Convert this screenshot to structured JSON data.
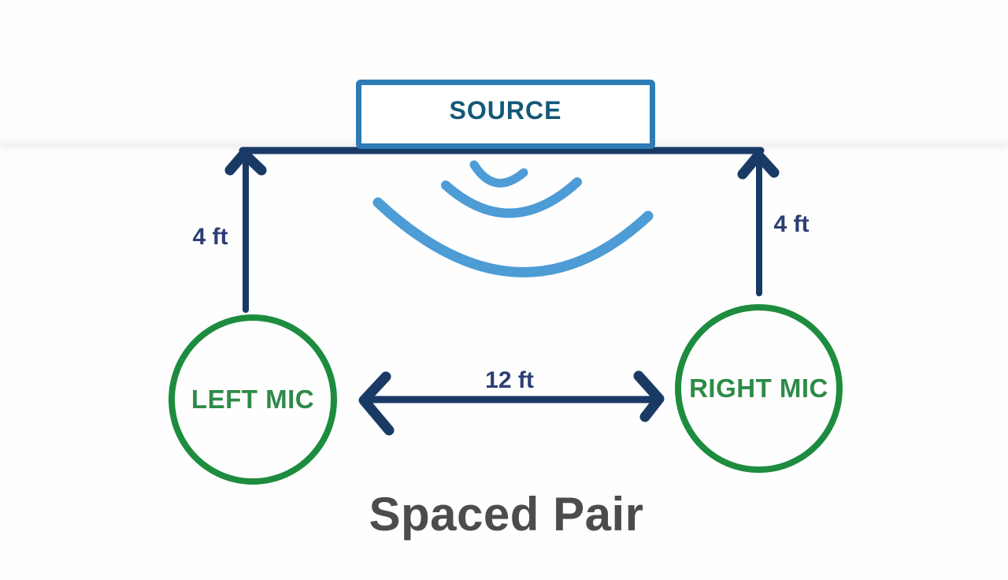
{
  "diagram": {
    "title": "Spaced Pair",
    "source": {
      "label": "SOURCE"
    },
    "mics": {
      "left_label": "LEFT MIC",
      "right_label": "RIGHT MIC"
    },
    "measurements": {
      "left_height": "4 ft",
      "right_height": "4 ft",
      "spacing": "12 ft"
    },
    "colors": {
      "arrow_navy": "#1a3a66",
      "measurement_text_navy": "#2d3e75",
      "source_border_blue": "#2d7cb5",
      "source_text_teal": "#135877",
      "mic_circle_green": "#1d8c3e",
      "mic_text_green": "#2e8b48",
      "sound_wave_blue": "#4d9cd6",
      "title_gray": "#4c4c4c",
      "background": "#fefefe"
    }
  }
}
